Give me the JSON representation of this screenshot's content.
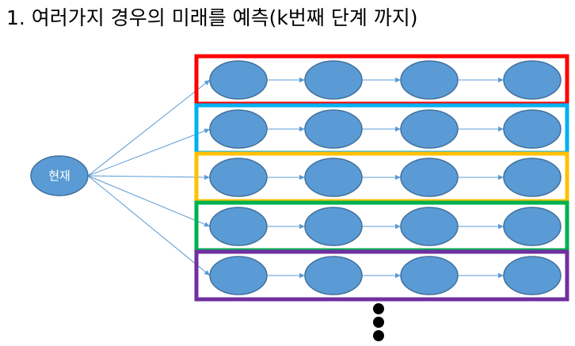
{
  "title": "1.  여러가지 경우의 미래를 예측(k번째 단계 까지)",
  "current_node": {
    "label": "현재"
  },
  "colors": {
    "node_fill": "#5b9bd5",
    "node_stroke": "#41719c",
    "arrow": "#5b9bd5",
    "node_text": "#ffffff",
    "ellipsis_dot": "#000000"
  },
  "scenarios": [
    {
      "border_color": "#ff0000",
      "steps": 4
    },
    {
      "border_color": "#00b0f0",
      "steps": 4
    },
    {
      "border_color": "#ffc000",
      "steps": 4
    },
    {
      "border_color": "#00b050",
      "steps": 4
    },
    {
      "border_color": "#7030a0",
      "steps": 4
    }
  ],
  "continuation_dots": 3
}
